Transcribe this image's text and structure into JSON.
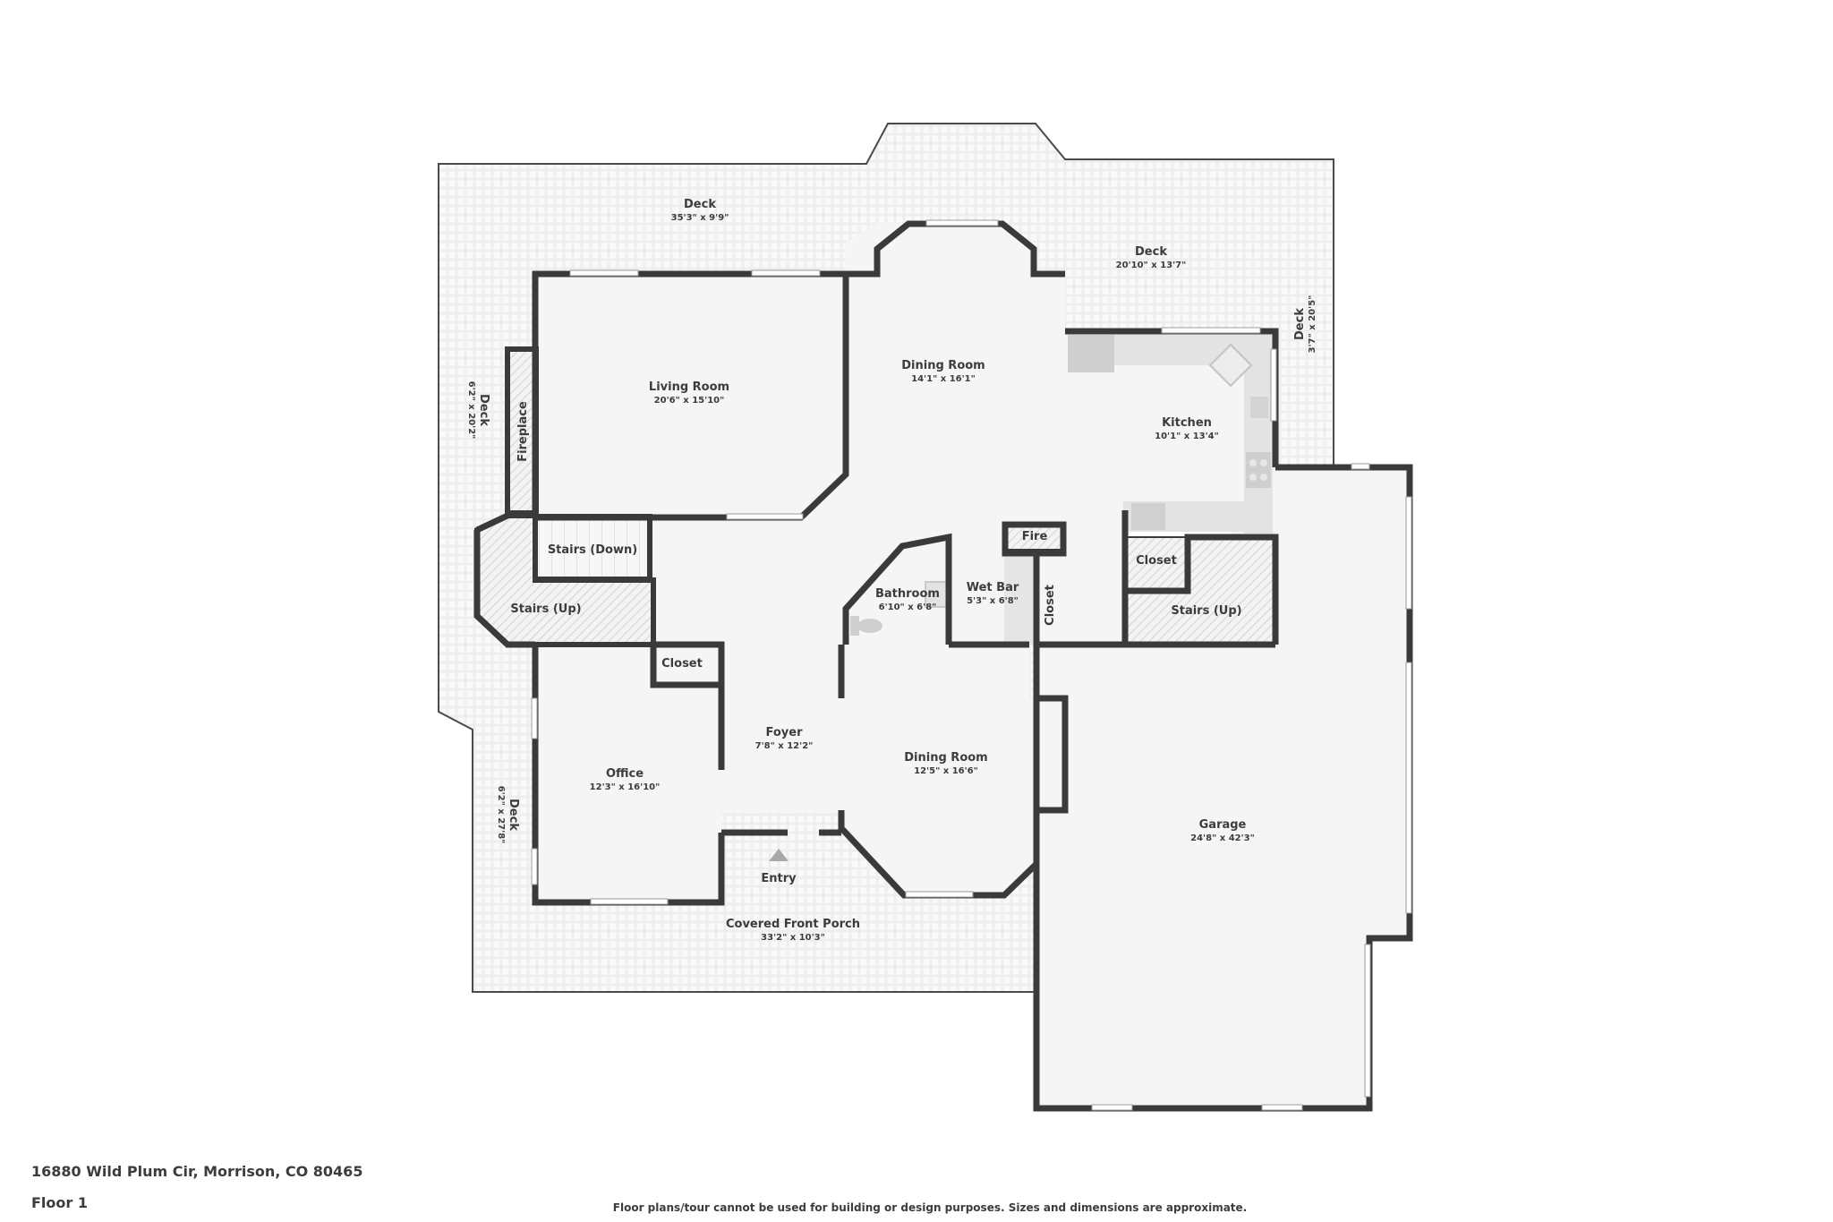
{
  "header": {
    "address": "16880 Wild Plum Cir, Morrison, CO 80465",
    "floor": "Floor 1",
    "disclaimer": "Floor plans/tour cannot be used for building or design purposes. Sizes and dimensions are approximate."
  },
  "colors": {
    "wall": "#3a3a3a",
    "interior_fill": "#f5f5f5",
    "deck_fill": "#eeeeee",
    "text": "#3c3c3c"
  },
  "rooms": {
    "deck_top": {
      "name": "Deck",
      "dims": "35'3\" x 9'9\""
    },
    "deck_top_right": {
      "name": "Deck",
      "dims": "20'10\" x 13'7\""
    },
    "deck_right": {
      "name": "Deck",
      "dims": "3'7\" x 20'5\""
    },
    "deck_left_upper": {
      "name": "Deck",
      "dims": "6'2\" x 20'2\""
    },
    "deck_left_lower": {
      "name": "Deck",
      "dims": "6'2\" x 27'8\""
    },
    "living_room": {
      "name": "Living Room",
      "dims": "20'6\" x 15'10\""
    },
    "dining_room_upper": {
      "name": "Dining Room",
      "dims": "14'1\" x 16'1\""
    },
    "kitchen": {
      "name": "Kitchen",
      "dims": "10'1\" x 13'4\""
    },
    "fireplace": {
      "name": "Fireplace"
    },
    "stairs_down": {
      "name": "Stairs (Down)"
    },
    "stairs_up_left": {
      "name": "Stairs (Up)"
    },
    "stairs_up_right": {
      "name": "Stairs (Up)"
    },
    "closet_left": {
      "name": "Closet"
    },
    "closet_kitchen": {
      "name": "Closet"
    },
    "closet_wetbar": {
      "name": "Closet"
    },
    "fire": {
      "name": "Fire"
    },
    "bathroom": {
      "name": "Bathroom",
      "dims": "6'10\" x 6'8\""
    },
    "wet_bar": {
      "name": "Wet Bar",
      "dims": "5'3\" x 6'8\""
    },
    "foyer": {
      "name": "Foyer",
      "dims": "7'8\" x 12'2\""
    },
    "office": {
      "name": "Office",
      "dims": "12'3\" x 16'10\""
    },
    "dining_room_lower": {
      "name": "Dining Room",
      "dims": "12'5\" x 16'6\""
    },
    "entry": {
      "name": "Entry"
    },
    "covered_front_porch": {
      "name": "Covered Front Porch",
      "dims": "33'2\" x 10'3\""
    },
    "garage": {
      "name": "Garage",
      "dims": "24'8\" x 42'3\""
    }
  }
}
